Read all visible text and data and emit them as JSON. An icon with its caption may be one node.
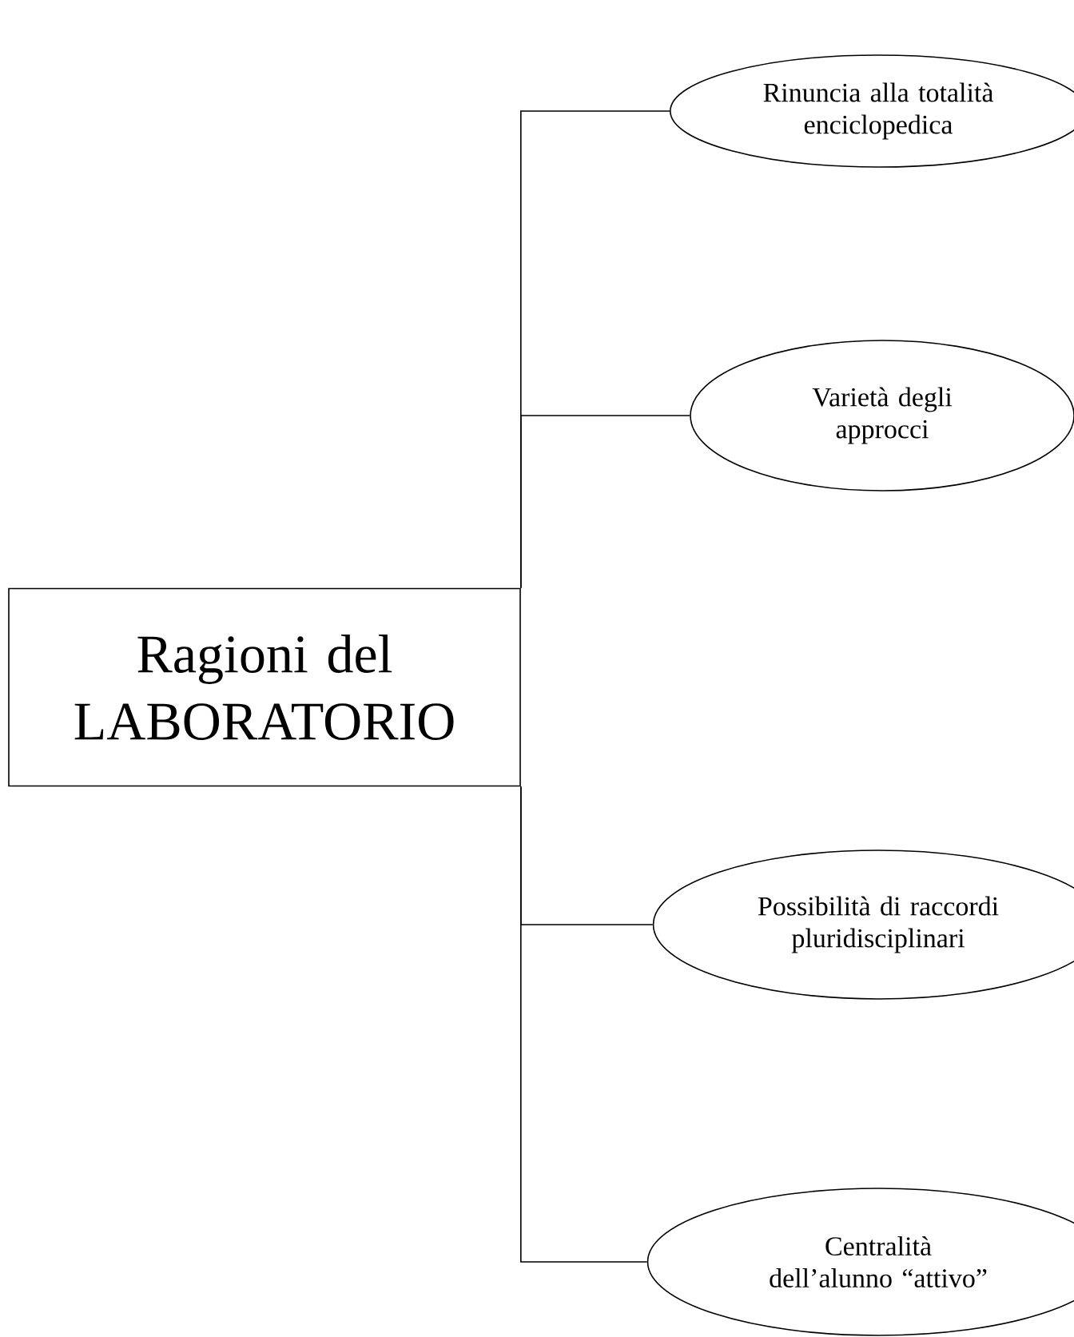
{
  "diagram": {
    "nodes": [
      {
        "text": [
          "Ragioni del LABORATORIO"
        ]
      },
      {
        "text": [
          "Rinuncia alla totalità enciclopedica"
        ]
      },
      {
        "text": [
          "Varietà degli approcci"
        ]
      },
      {
        "text": [
          "Possibilità di raccordi pluridisciplinari"
        ]
      },
      {
        "text": [
          "Centralità dell’alunno “attivo”"
        ]
      }
    ],
    "edges": [
      {
        "from": 0,
        "to": 1,
        "arrow": "none"
      },
      {
        "from": 0,
        "to": 2,
        "arrow": "none"
      },
      {
        "from": 0,
        "to": 3,
        "arrow": "none"
      },
      {
        "from": 0,
        "to": 4,
        "arrow": "none"
      }
    ]
  }
}
